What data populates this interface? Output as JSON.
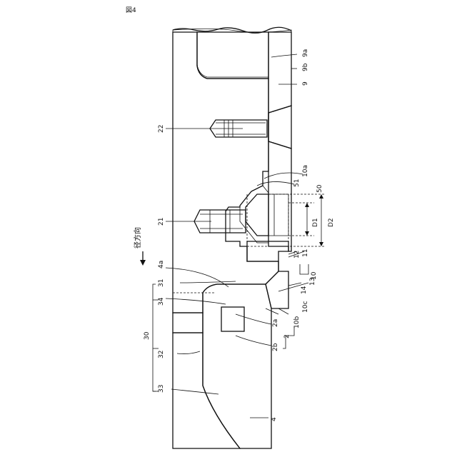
{
  "figure_title": "図4",
  "direction_label": "径方向",
  "labels": {
    "l9a": "9a",
    "l9b": "9b",
    "l9": "9",
    "l22": "22",
    "l51": "51",
    "l10a": "10a",
    "l50": "50",
    "l21": "21",
    "lD1": "D1",
    "lD2": "D2",
    "l12": "12",
    "l11": "11",
    "l10": "10",
    "l4a": "4a",
    "l31": "31",
    "l14": "14",
    "l13": "13",
    "l34": "34",
    "l10b": "10b",
    "l10c": "10c",
    "l2a": "2a",
    "l2": "2",
    "l30": "30",
    "l2b": "2b",
    "l32": "32",
    "l33": "33",
    "l4": "4"
  }
}
